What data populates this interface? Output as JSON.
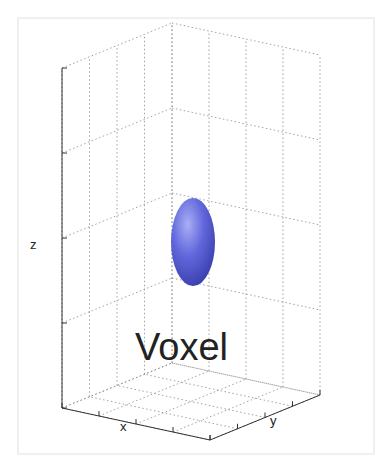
{
  "diagram": {
    "labels": [
      "z",
      "x",
      "y",
      "Voxel"
    ]
  }
}
